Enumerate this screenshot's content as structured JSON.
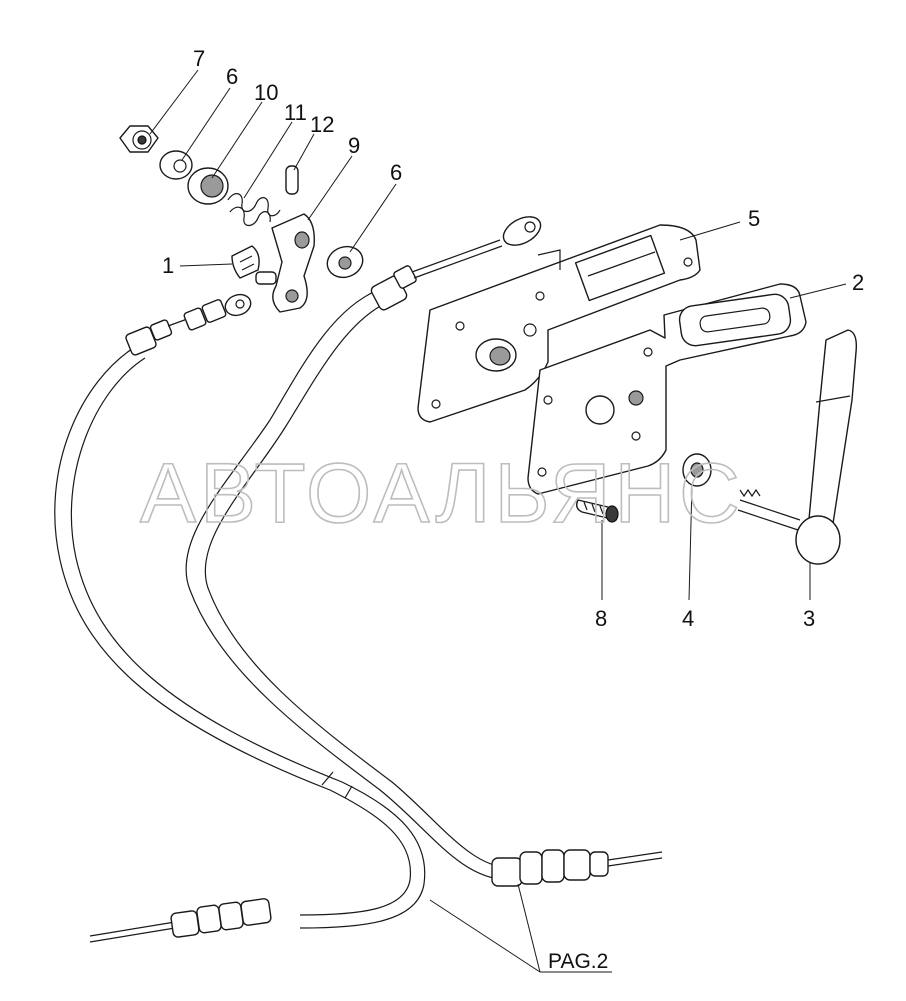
{
  "callouts": {
    "c7": "7",
    "c6a": "6",
    "c10": "10",
    "c11": "11",
    "c12": "12",
    "c9": "9",
    "c6b": "6",
    "c5": "5",
    "c1": "1",
    "c2": "2",
    "c8": "8",
    "c4": "4",
    "c3": "3"
  },
  "reference_label": "PAG.2",
  "watermark": "АВТОАЛЬЯНС"
}
